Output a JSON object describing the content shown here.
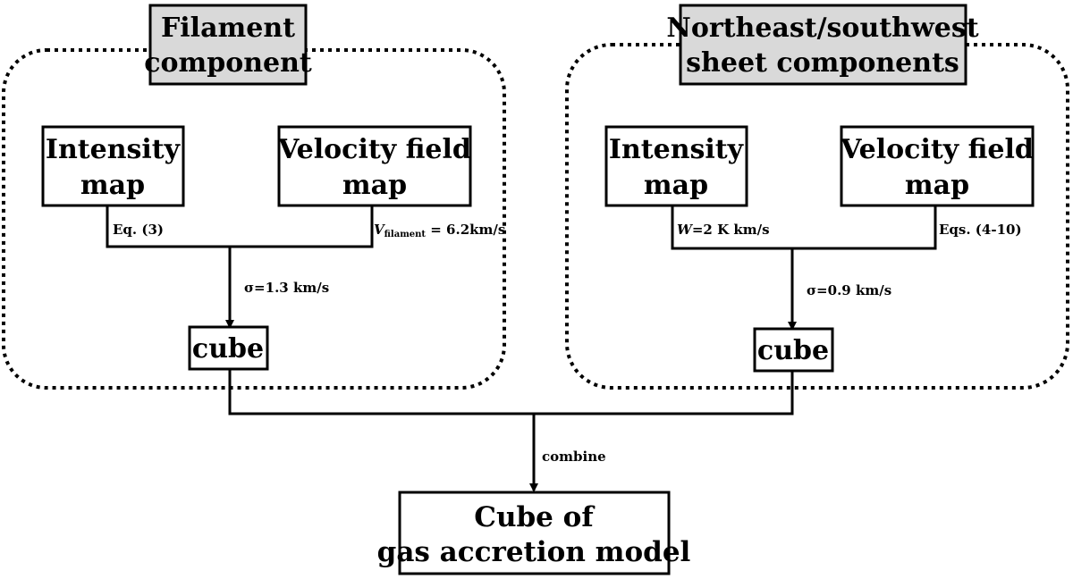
{
  "left_group": {
    "title_line1": "Filament",
    "title_line2": "component",
    "intensity_line1": "Intensity",
    "intensity_line2": "map",
    "velocity_line1": "Velocity field",
    "velocity_line2": "map",
    "intensity_label": "Eq. (3)",
    "velocity_label_main": "V",
    "velocity_label_sub": "filament",
    "velocity_label_rest": " = 6.2km/s",
    "sigma_label": "σ=1.3 km/s",
    "cube_label": "cube"
  },
  "right_group": {
    "title_line1": "Northeast/southwest",
    "title_line2": "sheet components",
    "intensity_line1": "Intensity",
    "intensity_line2": "map",
    "velocity_line1": "Velocity field",
    "velocity_line2": "map",
    "intensity_label_italic": "W",
    "intensity_label_rest": "=2 K km/s",
    "velocity_label": "Eqs. (4-10)",
    "sigma_label": "σ=0.9 km/s",
    "cube_label": "cube"
  },
  "combine_label": "combine",
  "final": {
    "line1": "Cube of",
    "line2": "gas accretion model"
  },
  "colors": {
    "title_fill": "#d9d9d9",
    "stroke": "#000000",
    "background": "#ffffff"
  }
}
